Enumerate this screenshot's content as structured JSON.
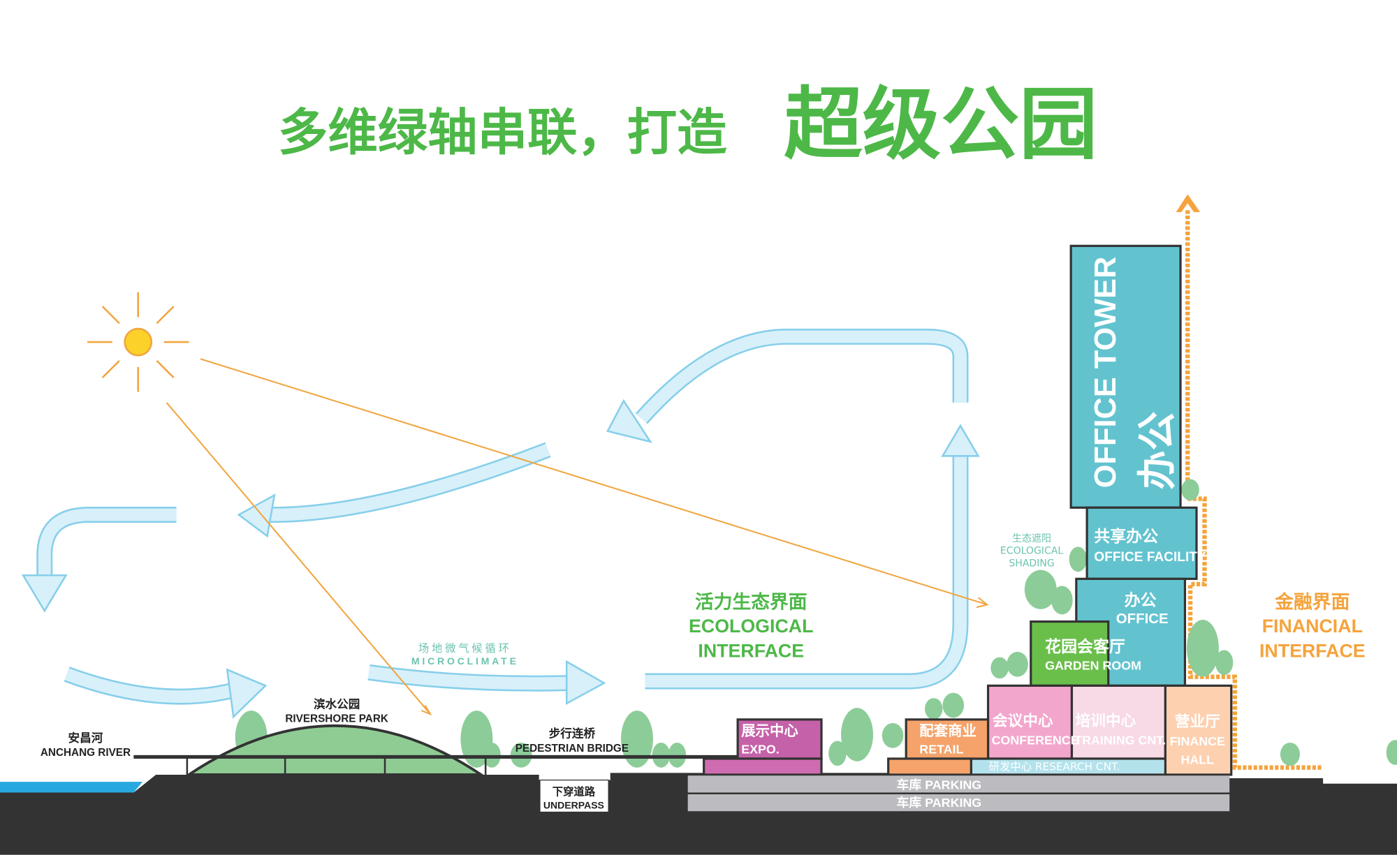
{
  "title": {
    "part1": "多维绿轴串联，打造",
    "part2": "超级公园"
  },
  "colors": {
    "title_green": "#4db848",
    "tower_blue": "#62c3cf",
    "garden_green": "#6abf4b",
    "conference_pink": "#f3a6cc",
    "training_pink": "#f8d9e6",
    "finance_peach": "#fdd0b0",
    "research_blue": "#b3e2ec",
    "retail_orange": "#f5a36a",
    "expo_magenta": "#c561a9",
    "parking_gray": "#bcbcc0",
    "ground": "#333333",
    "river": "#29a8e0",
    "wind_fill": "#d8f0fa",
    "wind_stroke": "#86cfea",
    "sun_ray_orange": "#f0a540",
    "financial_orange": "#f5a33c",
    "tree_green": "#8ccc98"
  },
  "labels": {
    "river_cn": "安昌河",
    "river_en": "ANCHANG RIVER",
    "park_cn": "滨水公园",
    "park_en": "RIVERSHORE PARK",
    "micro_cn": "场地微气候循环",
    "micro_en": "MICROCLIMATE",
    "bridge_cn": "步行连桥",
    "bridge_en": "PEDESTRIAN BRIDGE",
    "underpass_cn": "下穿道路",
    "underpass_en": "UNDERPASS",
    "eco_cn": "活力生态界面",
    "eco_en1": "ECOLOGICAL",
    "eco_en2": "INTERFACE",
    "shading_cn": "生态遮阳",
    "shading_en1": "ECOLOGICAL",
    "shading_en2": "SHADING",
    "fin_cn": "金融界面",
    "fin_en1": "FINANCIAL",
    "fin_en2": "INTERFACE"
  },
  "buildings": {
    "tower_en": "OFFICE TOWER",
    "tower_cn": "办公",
    "facility_cn": "共享办公",
    "facility_en": "OFFICE FACILITY",
    "office_cn": "办公",
    "office_en": "OFFICE",
    "garden_cn": "花园会客厅",
    "garden_en": "GARDEN ROOM",
    "conference_cn": "会议中心",
    "conference_en": "CONFERENCE",
    "training_cn": "培训中心",
    "training_en": "TRAINING CNT.",
    "finance_cn": "营业厅",
    "finance_en1": "FINANCE",
    "finance_en2": "HALL",
    "research": "研发中心 RESEARCH CNT.",
    "retail_cn": "配套商业",
    "retail_en": "RETAIL",
    "expo_cn": "展示中心",
    "expo_en": "EXPO.",
    "parking1": "车库 PARKING",
    "parking2": "车库 PARKING"
  }
}
